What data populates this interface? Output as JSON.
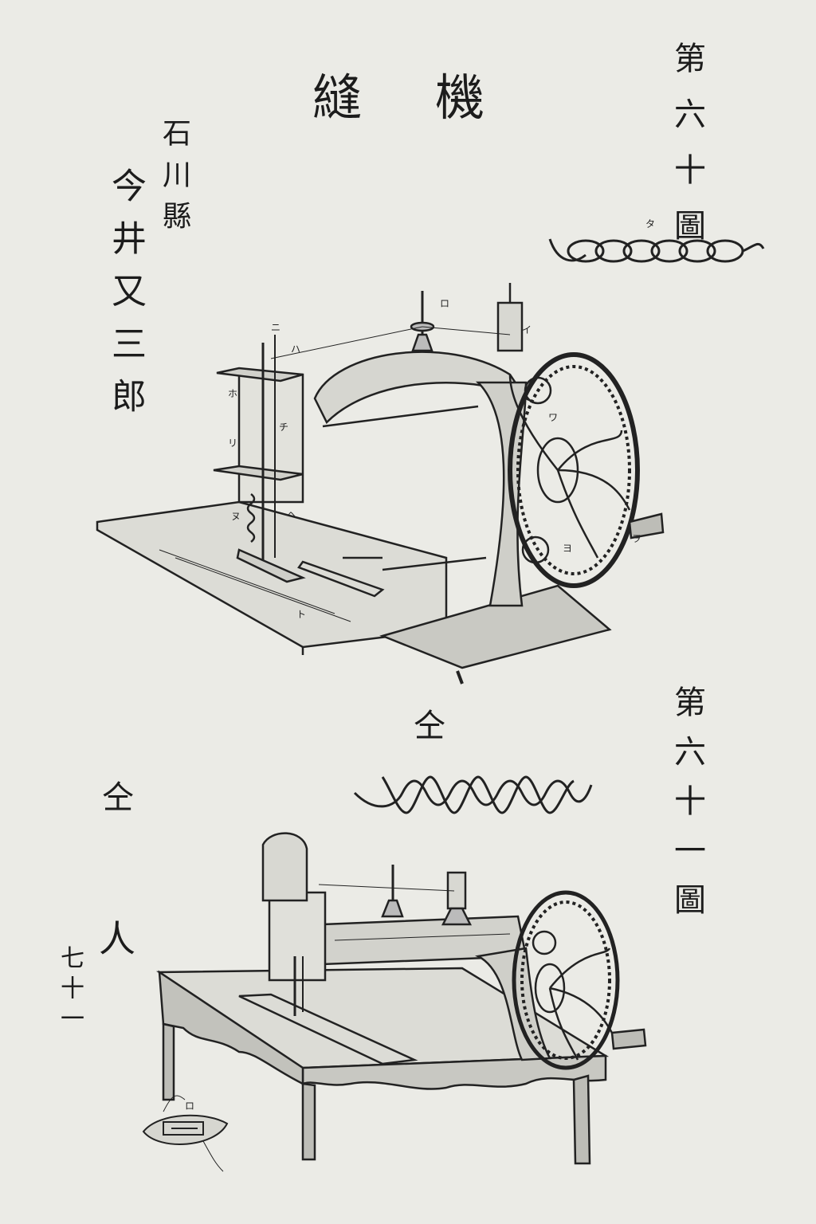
{
  "title": "縫機",
  "figure_60": {
    "caption": "第六十圖",
    "part_labels": [
      "イ",
      "ロ",
      "ハ",
      "ニ",
      "ホ",
      "ヘ",
      "ト",
      "チ",
      "リ",
      "ヌ",
      "ヲ",
      "ワ",
      "ヨ",
      "タ"
    ]
  },
  "figure_61": {
    "caption": "第六十一圖",
    "part_labels": [
      "ロ"
    ]
  },
  "inventor": {
    "prefecture": "石川縣",
    "name": "今井又三郎"
  },
  "same_mark_1": "仝",
  "same_mark_2": "仝",
  "person_mark": "人",
  "page_number": "七十一",
  "colors": {
    "paper": "#ebebe6",
    "ink": "#1f1f1f"
  }
}
